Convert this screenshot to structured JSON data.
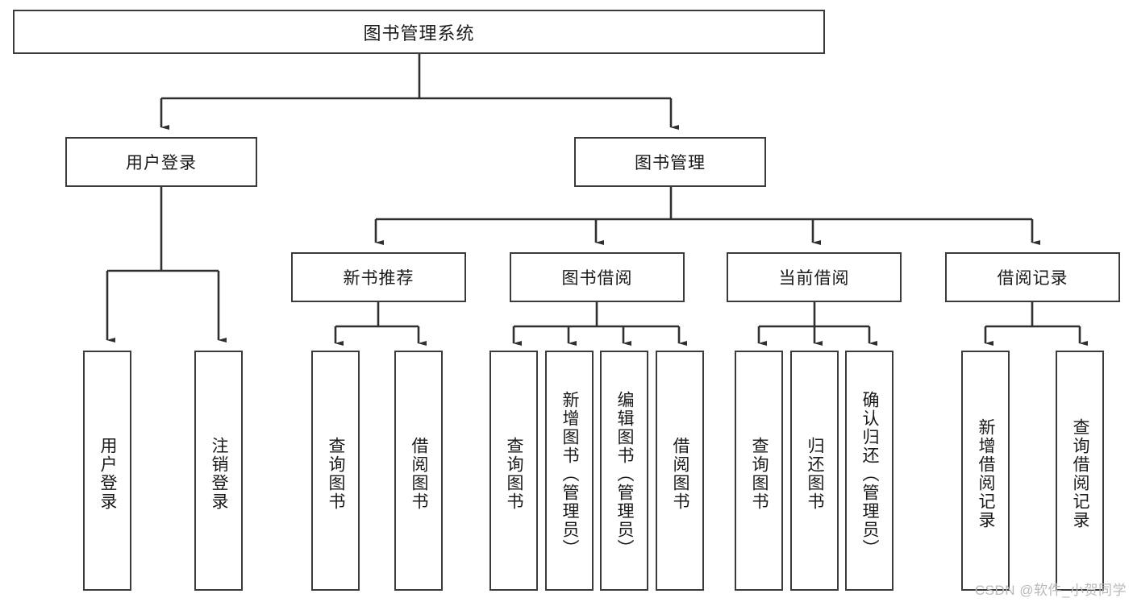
{
  "diagram": {
    "type": "hierarchy-tree",
    "title": "图书管理系统",
    "root": {
      "label": "图书管理系统"
    },
    "level2": [
      {
        "label": "用户登录"
      },
      {
        "label": "图书管理"
      }
    ],
    "level3": [
      {
        "label": "新书推荐"
      },
      {
        "label": "图书借阅"
      },
      {
        "label": "当前借阅"
      },
      {
        "label": "借阅记录"
      }
    ],
    "leaves_user_login": [
      {
        "label": "用户登录"
      },
      {
        "label": "注销登录"
      }
    ],
    "leaves_new_book": [
      {
        "label": "查询图书"
      },
      {
        "label": "借阅图书"
      }
    ],
    "leaves_borrow": [
      {
        "label": "查询图书"
      },
      {
        "label": "新增图书（管理员）"
      },
      {
        "label": "编辑图书（管理员）"
      },
      {
        "label": "借阅图书"
      }
    ],
    "leaves_current": [
      {
        "label": "查询图书"
      },
      {
        "label": "归还图书"
      },
      {
        "label": "确认归还（管理员）"
      }
    ],
    "leaves_record": [
      {
        "label": "新增借阅记录"
      },
      {
        "label": "查询借阅记录"
      }
    ],
    "colors": {
      "border": "#3b3b3b",
      "text": "#1a1a1a",
      "background": "#ffffff",
      "watermark": "#b9b9b9"
    }
  },
  "watermark": {
    "text": "CSDN @软件_小贺同学"
  }
}
